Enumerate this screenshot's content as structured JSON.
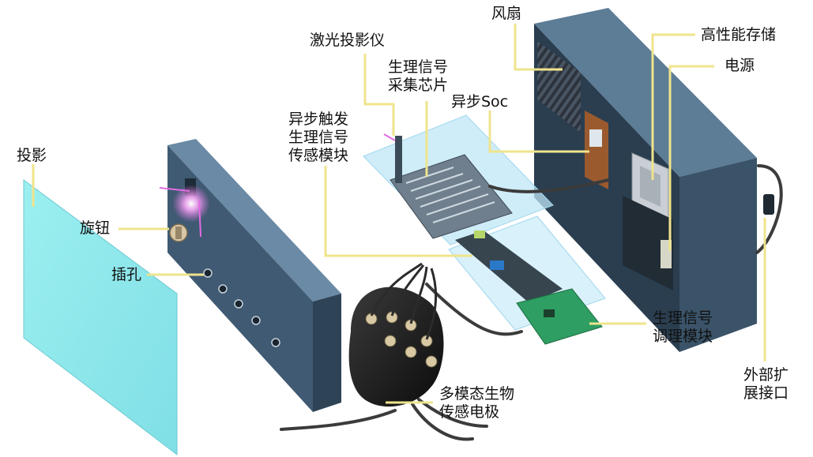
{
  "colors": {
    "leader": "#efe48c",
    "screen": "#8ae6ea",
    "box_front": "#3f5a72",
    "box_side": "#2e4356",
    "box_top": "#5d7c96",
    "glass": "#bfe7f7",
    "pcb": "#2e9e62",
    "cap": "#1b1b1b",
    "laser": "#e46be4"
  },
  "icons": {
    "screen": "projection-screen-icon",
    "projector": "projector-box-icon",
    "main_box": "main-box-icon",
    "fan": "fan-icon",
    "storage": "storage-module-icon",
    "power": "power-supply-icon",
    "cap": "eeg-cap-icon",
    "pcb": "pcb-board-icon"
  },
  "labels": {
    "projection": "投影",
    "knob": "旋钮",
    "jack": "插孔",
    "laser_projector": "激光投影仪",
    "acq_chip": [
      "生理信号",
      "采集芯片"
    ],
    "async_soc": "异步Soc",
    "async_module": [
      "异步触发",
      "生理信号",
      "传感模块"
    ],
    "fan": "风扇",
    "storage": "高性能存储",
    "power": "电源",
    "conditioning": [
      "生理信号",
      "调理模块"
    ],
    "external_port": [
      "外部扩",
      "展接口"
    ],
    "electrodes": [
      "多模态生物",
      "传感电极"
    ]
  }
}
